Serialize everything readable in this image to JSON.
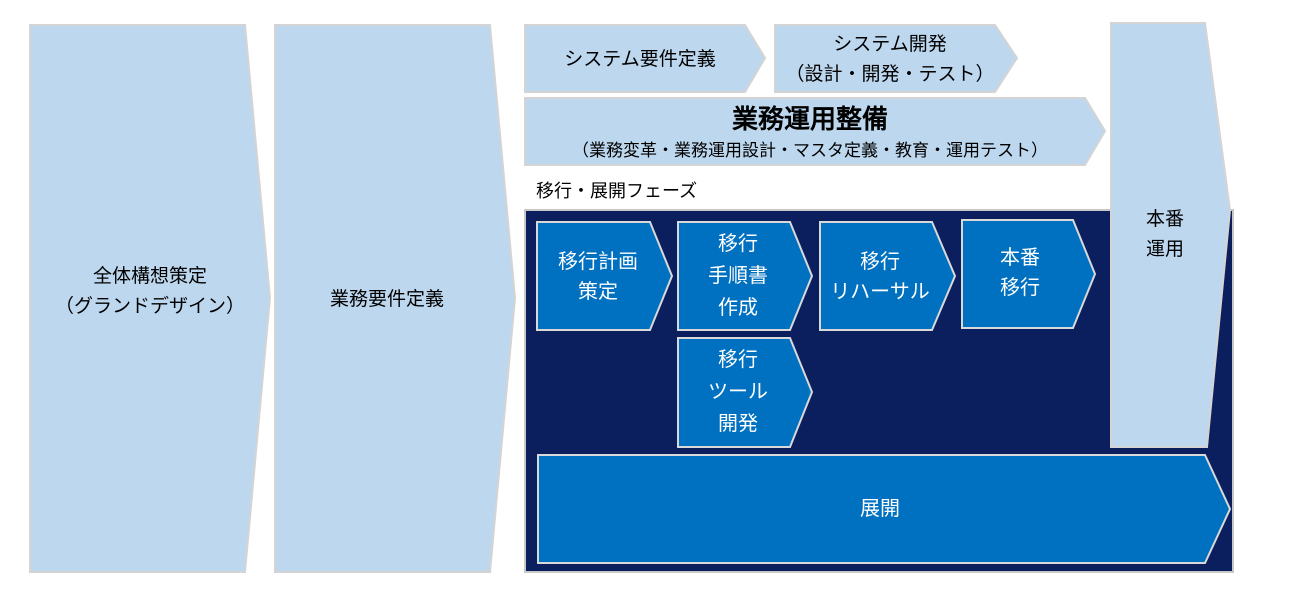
{
  "colors": {
    "light": "#bdd7ee",
    "accent": "#0070c0",
    "dark_box": "#0b1f5e"
  },
  "phases": {
    "grand_design": [
      "全体構想策定",
      "（グランドデザイン）"
    ],
    "business_requirements": "業務要件定義",
    "system_requirements": "システム要件定義",
    "system_development": [
      "システム開発",
      "（設計・開発・テスト）"
    ],
    "business_operation": {
      "title": "業務運用整備",
      "subtitle": "（業務変革・業務運用設計・マスタ定義・教育・運用テスト）"
    },
    "production_operation": [
      "本番",
      "運用"
    ]
  },
  "migration": {
    "label": "移行・展開フェーズ",
    "plan": [
      "移行計画",
      "策定"
    ],
    "procedure": [
      "移行",
      "手順書",
      "作成"
    ],
    "rehearsal": [
      "移行",
      "リハーサル"
    ],
    "production_migration": [
      "本番",
      "移行"
    ],
    "tool": [
      "移行",
      "ツール",
      "開発"
    ],
    "rollout": "展開"
  }
}
